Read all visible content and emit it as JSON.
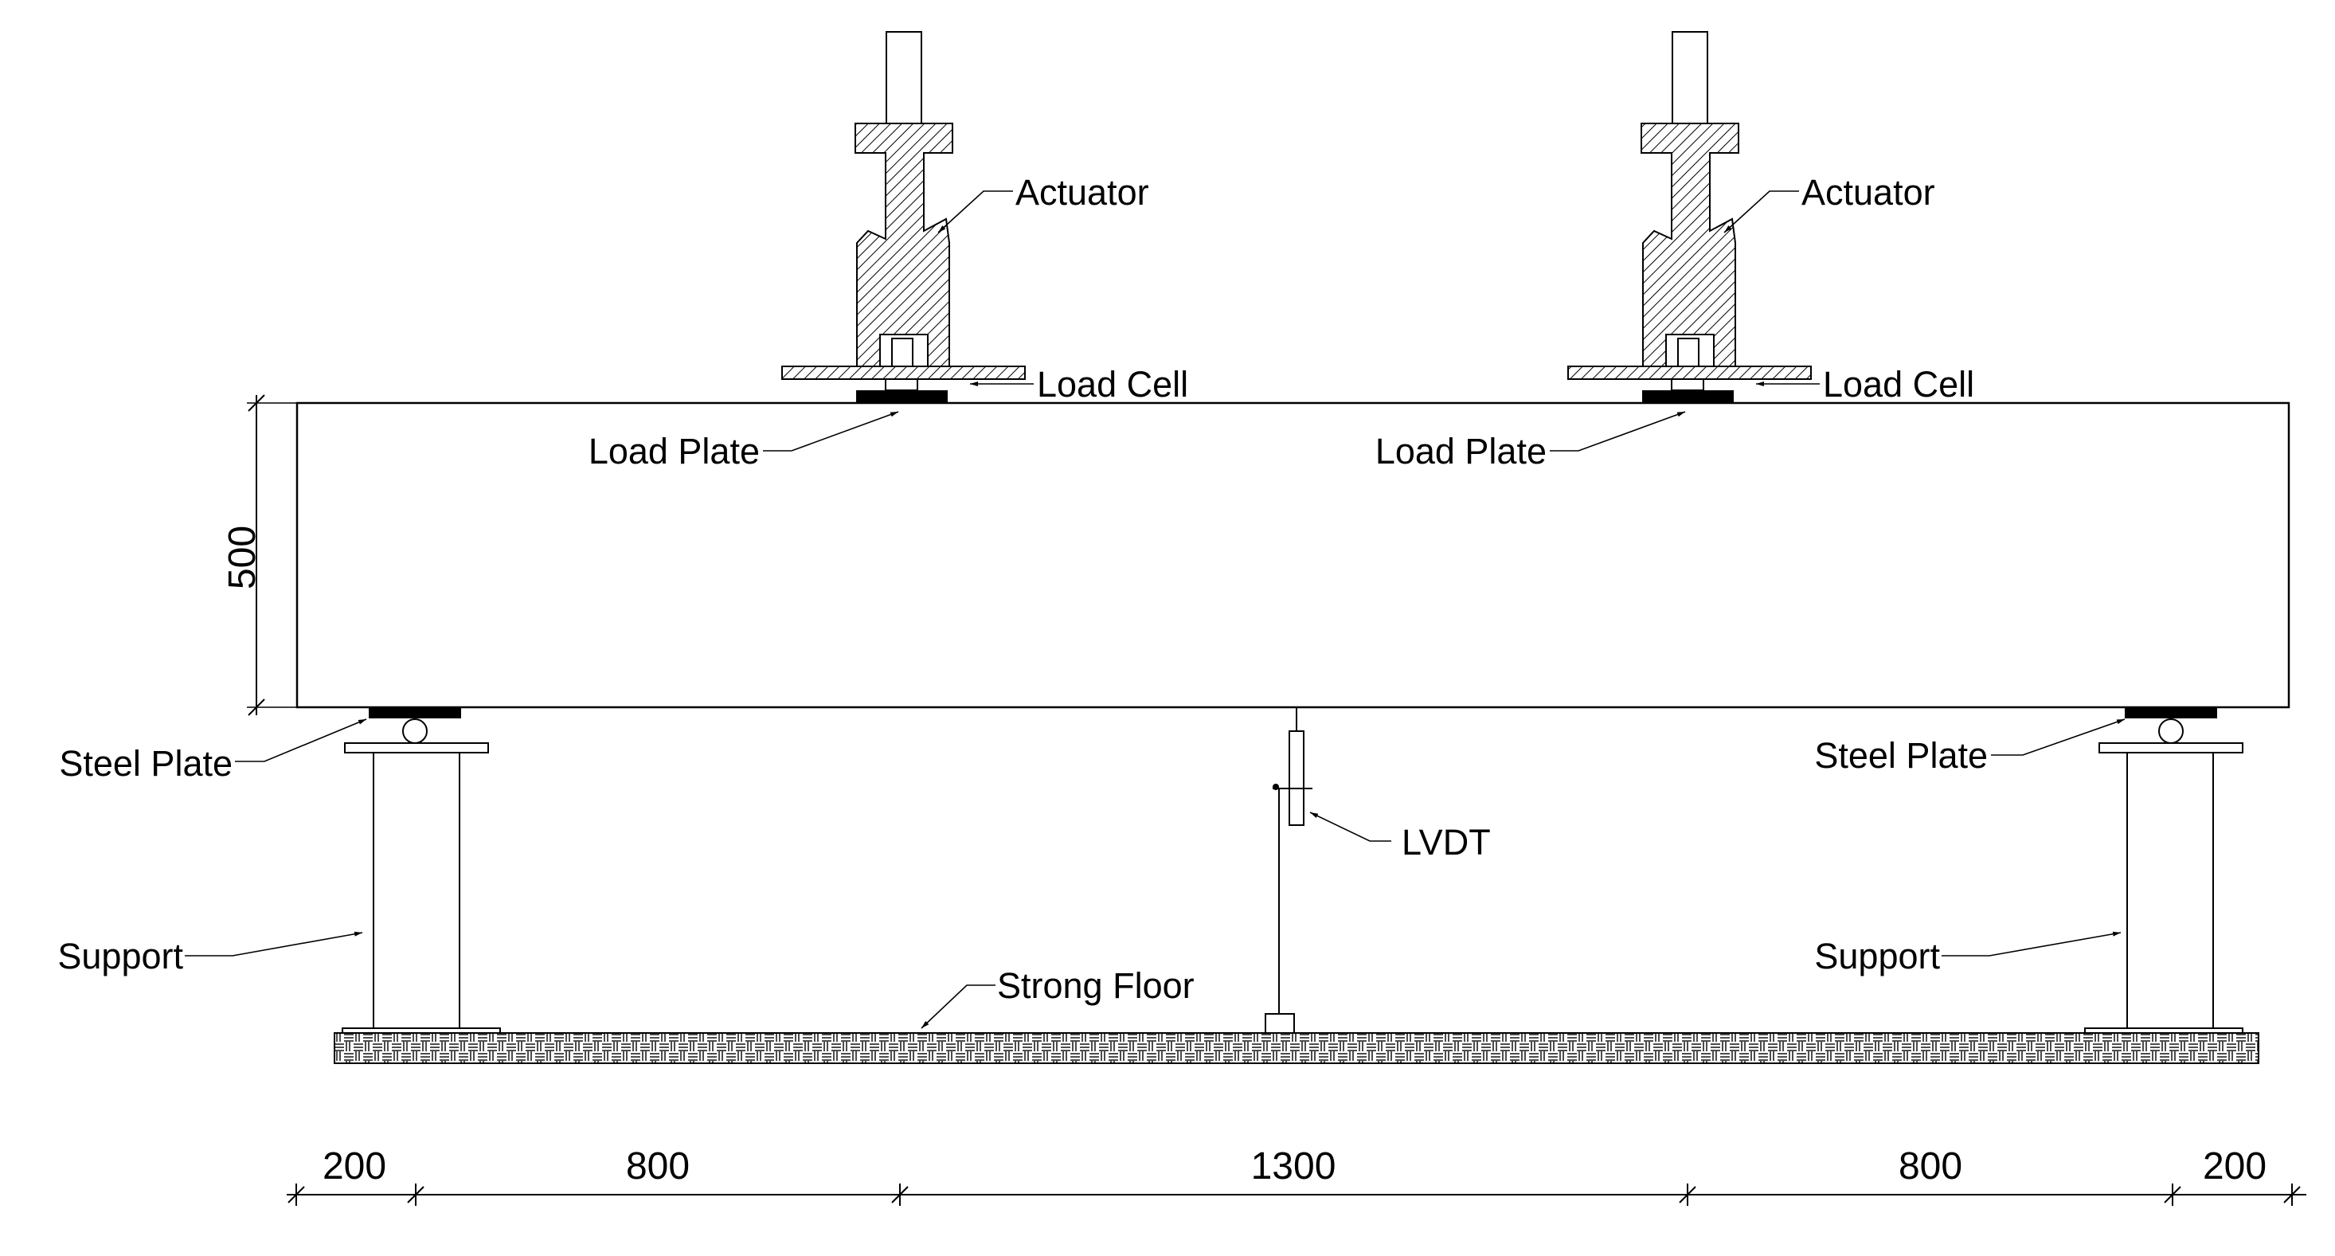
{
  "labels": {
    "actuator": "Actuator",
    "load_cell": "Load Cell",
    "load_plate": "Load Plate",
    "steel_plate": "Steel Plate",
    "support": "Support",
    "lvdt": "LVDT",
    "strong_floor": "Strong Floor"
  },
  "dimensions": {
    "beam_depth": "500",
    "spans": [
      "200",
      "800",
      "1300",
      "800",
      "200"
    ]
  },
  "colors": {
    "line": "#000000",
    "background": "#ffffff"
  }
}
